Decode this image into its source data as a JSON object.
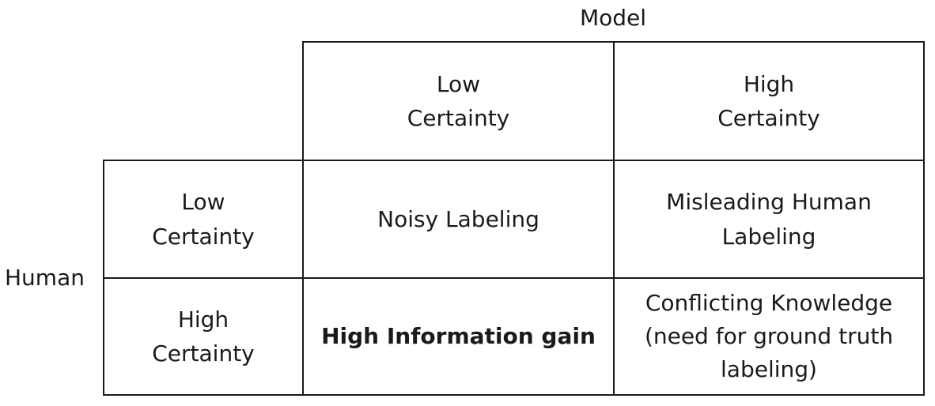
{
  "axes": {
    "model": "Model",
    "human": "Human"
  },
  "columns": {
    "low": "Low\nCertainty",
    "high": "High\nCertainty"
  },
  "rows": {
    "low": "Low\nCertainty",
    "high": "High\nCertainty"
  },
  "cells": {
    "low_low": "Noisy Labeling",
    "low_high": "Misleading Human\nLabeling",
    "high_low": "High Information gain",
    "high_high": "Conflicting Knowledge\n(need for ground truth\nlabeling)"
  },
  "colors": {
    "border": "#1a1a1a",
    "text": "#1a1a1a",
    "background": "#ffffff"
  }
}
